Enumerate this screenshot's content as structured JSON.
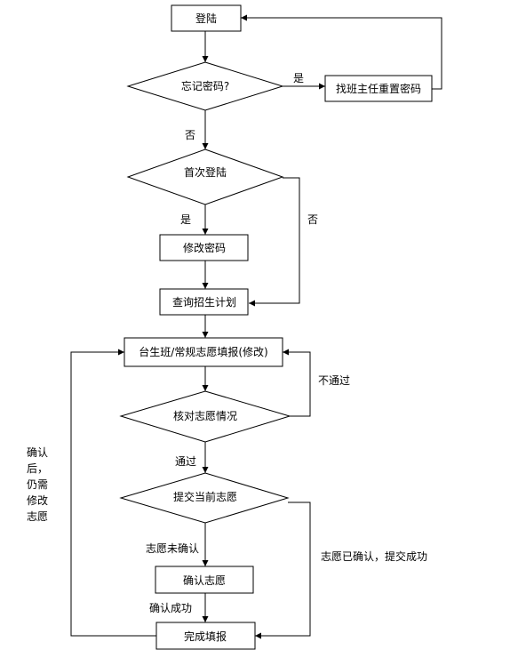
{
  "nodes": {
    "login": "登陆",
    "forgot_password": "忘记密码?",
    "reset_password": "找班主任重置密码",
    "first_login": "首次登陆",
    "change_password": "修改密码",
    "query_plan": "查询招生计划",
    "fill_in": "台生班/常规志愿填报(修改)",
    "check": "核对志愿情况",
    "submit": "提交当前志愿",
    "confirm": "确认志愿",
    "complete": "完成填报"
  },
  "edges": {
    "yes_forgot": "是",
    "no_forgot": "否",
    "yes_first": "是",
    "no_first": "否",
    "not_pass": "不通过",
    "pass": "通过",
    "unconfirmed": "志愿未确认",
    "confirmed_success": "志愿已确认，提交成功",
    "confirm_success": "确认成功",
    "after_confirm": [
      "确认",
      "后，",
      "仍需",
      "修改",
      "志愿"
    ]
  }
}
